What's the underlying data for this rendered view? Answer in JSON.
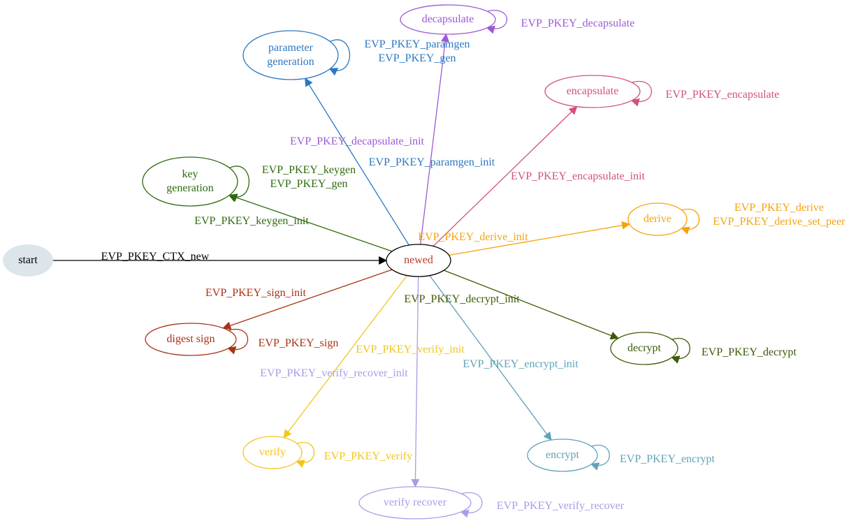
{
  "nodes": [
    {
      "id": "start",
      "lines": [
        "start"
      ],
      "color": "#000000",
      "fill": "#dbe5ea",
      "stroke": "none"
    },
    {
      "id": "newed",
      "lines": [
        "newed"
      ],
      "color": "#c0392b",
      "stroke": "#000000"
    },
    {
      "id": "paramgen",
      "lines": [
        "parameter",
        "generation"
      ],
      "color": "#2a78c1",
      "stroke": "#2a78c1"
    },
    {
      "id": "decapsulate",
      "lines": [
        "decapsulate"
      ],
      "color": "#9b59d6",
      "stroke": "#9b59d6"
    },
    {
      "id": "encapsulate",
      "lines": [
        "encapsulate"
      ],
      "color": "#d0527a",
      "stroke": "#d0527a"
    },
    {
      "id": "keygen",
      "lines": [
        "key",
        "generation"
      ],
      "color": "#2e6b0f",
      "stroke": "#2e6b0f"
    },
    {
      "id": "derive",
      "lines": [
        "derive"
      ],
      "color": "#f5a30a",
      "stroke": "#f5a30a"
    },
    {
      "id": "digestsign",
      "lines": [
        "digest sign"
      ],
      "color": "#a83214",
      "stroke": "#a83214"
    },
    {
      "id": "decrypt",
      "lines": [
        "decrypt"
      ],
      "color": "#3d5a06",
      "stroke": "#3d5a06"
    },
    {
      "id": "verify",
      "lines": [
        "verify"
      ],
      "color": "#f2c51b",
      "stroke": "#f2c51b"
    },
    {
      "id": "encrypt",
      "lines": [
        "encrypt"
      ],
      "color": "#5ea3b8",
      "stroke": "#5ea3b8"
    },
    {
      "id": "verifyrecover",
      "lines": [
        "verify recover"
      ],
      "color": "#a79ce8",
      "stroke": "#a79ce8"
    }
  ],
  "edges": [
    {
      "id": "start-newed",
      "from": "start",
      "to": "newed",
      "lines": [
        "EVP_PKEY_CTX_new"
      ],
      "color": "#000000"
    },
    {
      "id": "newed-paramgen",
      "from": "newed",
      "to": "paramgen",
      "lines": [
        "EVP_PKEY_paramgen_init"
      ],
      "color": "#2a78c1"
    },
    {
      "id": "newed-decapsulate",
      "from": "newed",
      "to": "decapsulate",
      "lines": [
        "EVP_PKEY_decapsulate_init"
      ],
      "color": "#9b59d6"
    },
    {
      "id": "newed-encapsulate",
      "from": "newed",
      "to": "encapsulate",
      "lines": [
        "EVP_PKEY_encapsulate_init"
      ],
      "color": "#d0527a"
    },
    {
      "id": "newed-keygen",
      "from": "newed",
      "to": "keygen",
      "lines": [
        "EVP_PKEY_keygen_init"
      ],
      "color": "#2e6b0f"
    },
    {
      "id": "newed-derive",
      "from": "newed",
      "to": "derive",
      "lines": [
        "EVP_PKEY_derive_init"
      ],
      "color": "#f5a30a"
    },
    {
      "id": "newed-digestsign",
      "from": "newed",
      "to": "digestsign",
      "lines": [
        "EVP_PKEY_sign_init"
      ],
      "color": "#a83214"
    },
    {
      "id": "newed-decrypt",
      "from": "newed",
      "to": "decrypt",
      "lines": [
        "EVP_PKEY_decrypt_init"
      ],
      "color": "#3d5a06"
    },
    {
      "id": "newed-verify",
      "from": "newed",
      "to": "verify",
      "lines": [
        "EVP_PKEY_verify_init"
      ],
      "color": "#f2c51b"
    },
    {
      "id": "newed-encrypt",
      "from": "newed",
      "to": "encrypt",
      "lines": [
        "EVP_PKEY_encrypt_init"
      ],
      "color": "#5ea3b8"
    },
    {
      "id": "newed-verifyrecover",
      "from": "newed",
      "to": "verifyrecover",
      "lines": [
        "EVP_PKEY_verify_recover_init"
      ],
      "color": "#a79ce8"
    },
    {
      "id": "loop-paramgen",
      "from": "paramgen",
      "to": "paramgen",
      "lines": [
        "EVP_PKEY_paramgen",
        "EVP_PKEY_gen"
      ],
      "color": "#2a78c1"
    },
    {
      "id": "loop-decapsulate",
      "from": "decapsulate",
      "to": "decapsulate",
      "lines": [
        "EVP_PKEY_decapsulate"
      ],
      "color": "#9b59d6"
    },
    {
      "id": "loop-encapsulate",
      "from": "encapsulate",
      "to": "encapsulate",
      "lines": [
        "EVP_PKEY_encapsulate"
      ],
      "color": "#d0527a"
    },
    {
      "id": "loop-keygen",
      "from": "keygen",
      "to": "keygen",
      "lines": [
        "EVP_PKEY_keygen",
        "EVP_PKEY_gen"
      ],
      "color": "#2e6b0f"
    },
    {
      "id": "loop-derive",
      "from": "derive",
      "to": "derive",
      "lines": [
        "EVP_PKEY_derive",
        "EVP_PKEY_derive_set_peer"
      ],
      "color": "#f5a30a"
    },
    {
      "id": "loop-digestsign",
      "from": "digestsign",
      "to": "digestsign",
      "lines": [
        "EVP_PKEY_sign"
      ],
      "color": "#a83214"
    },
    {
      "id": "loop-decrypt",
      "from": "decrypt",
      "to": "decrypt",
      "lines": [
        "EVP_PKEY_decrypt"
      ],
      "color": "#3d5a06"
    },
    {
      "id": "loop-verify",
      "from": "verify",
      "to": "verify",
      "lines": [
        "EVP_PKEY_verify"
      ],
      "color": "#f2c51b"
    },
    {
      "id": "loop-encrypt",
      "from": "encrypt",
      "to": "encrypt",
      "lines": [
        "EVP_PKEY_encrypt"
      ],
      "color": "#5ea3b8"
    },
    {
      "id": "loop-verifyrecover",
      "from": "verifyrecover",
      "to": "verifyrecover",
      "lines": [
        "EVP_PKEY_verify_recover"
      ],
      "color": "#a79ce8"
    }
  ]
}
